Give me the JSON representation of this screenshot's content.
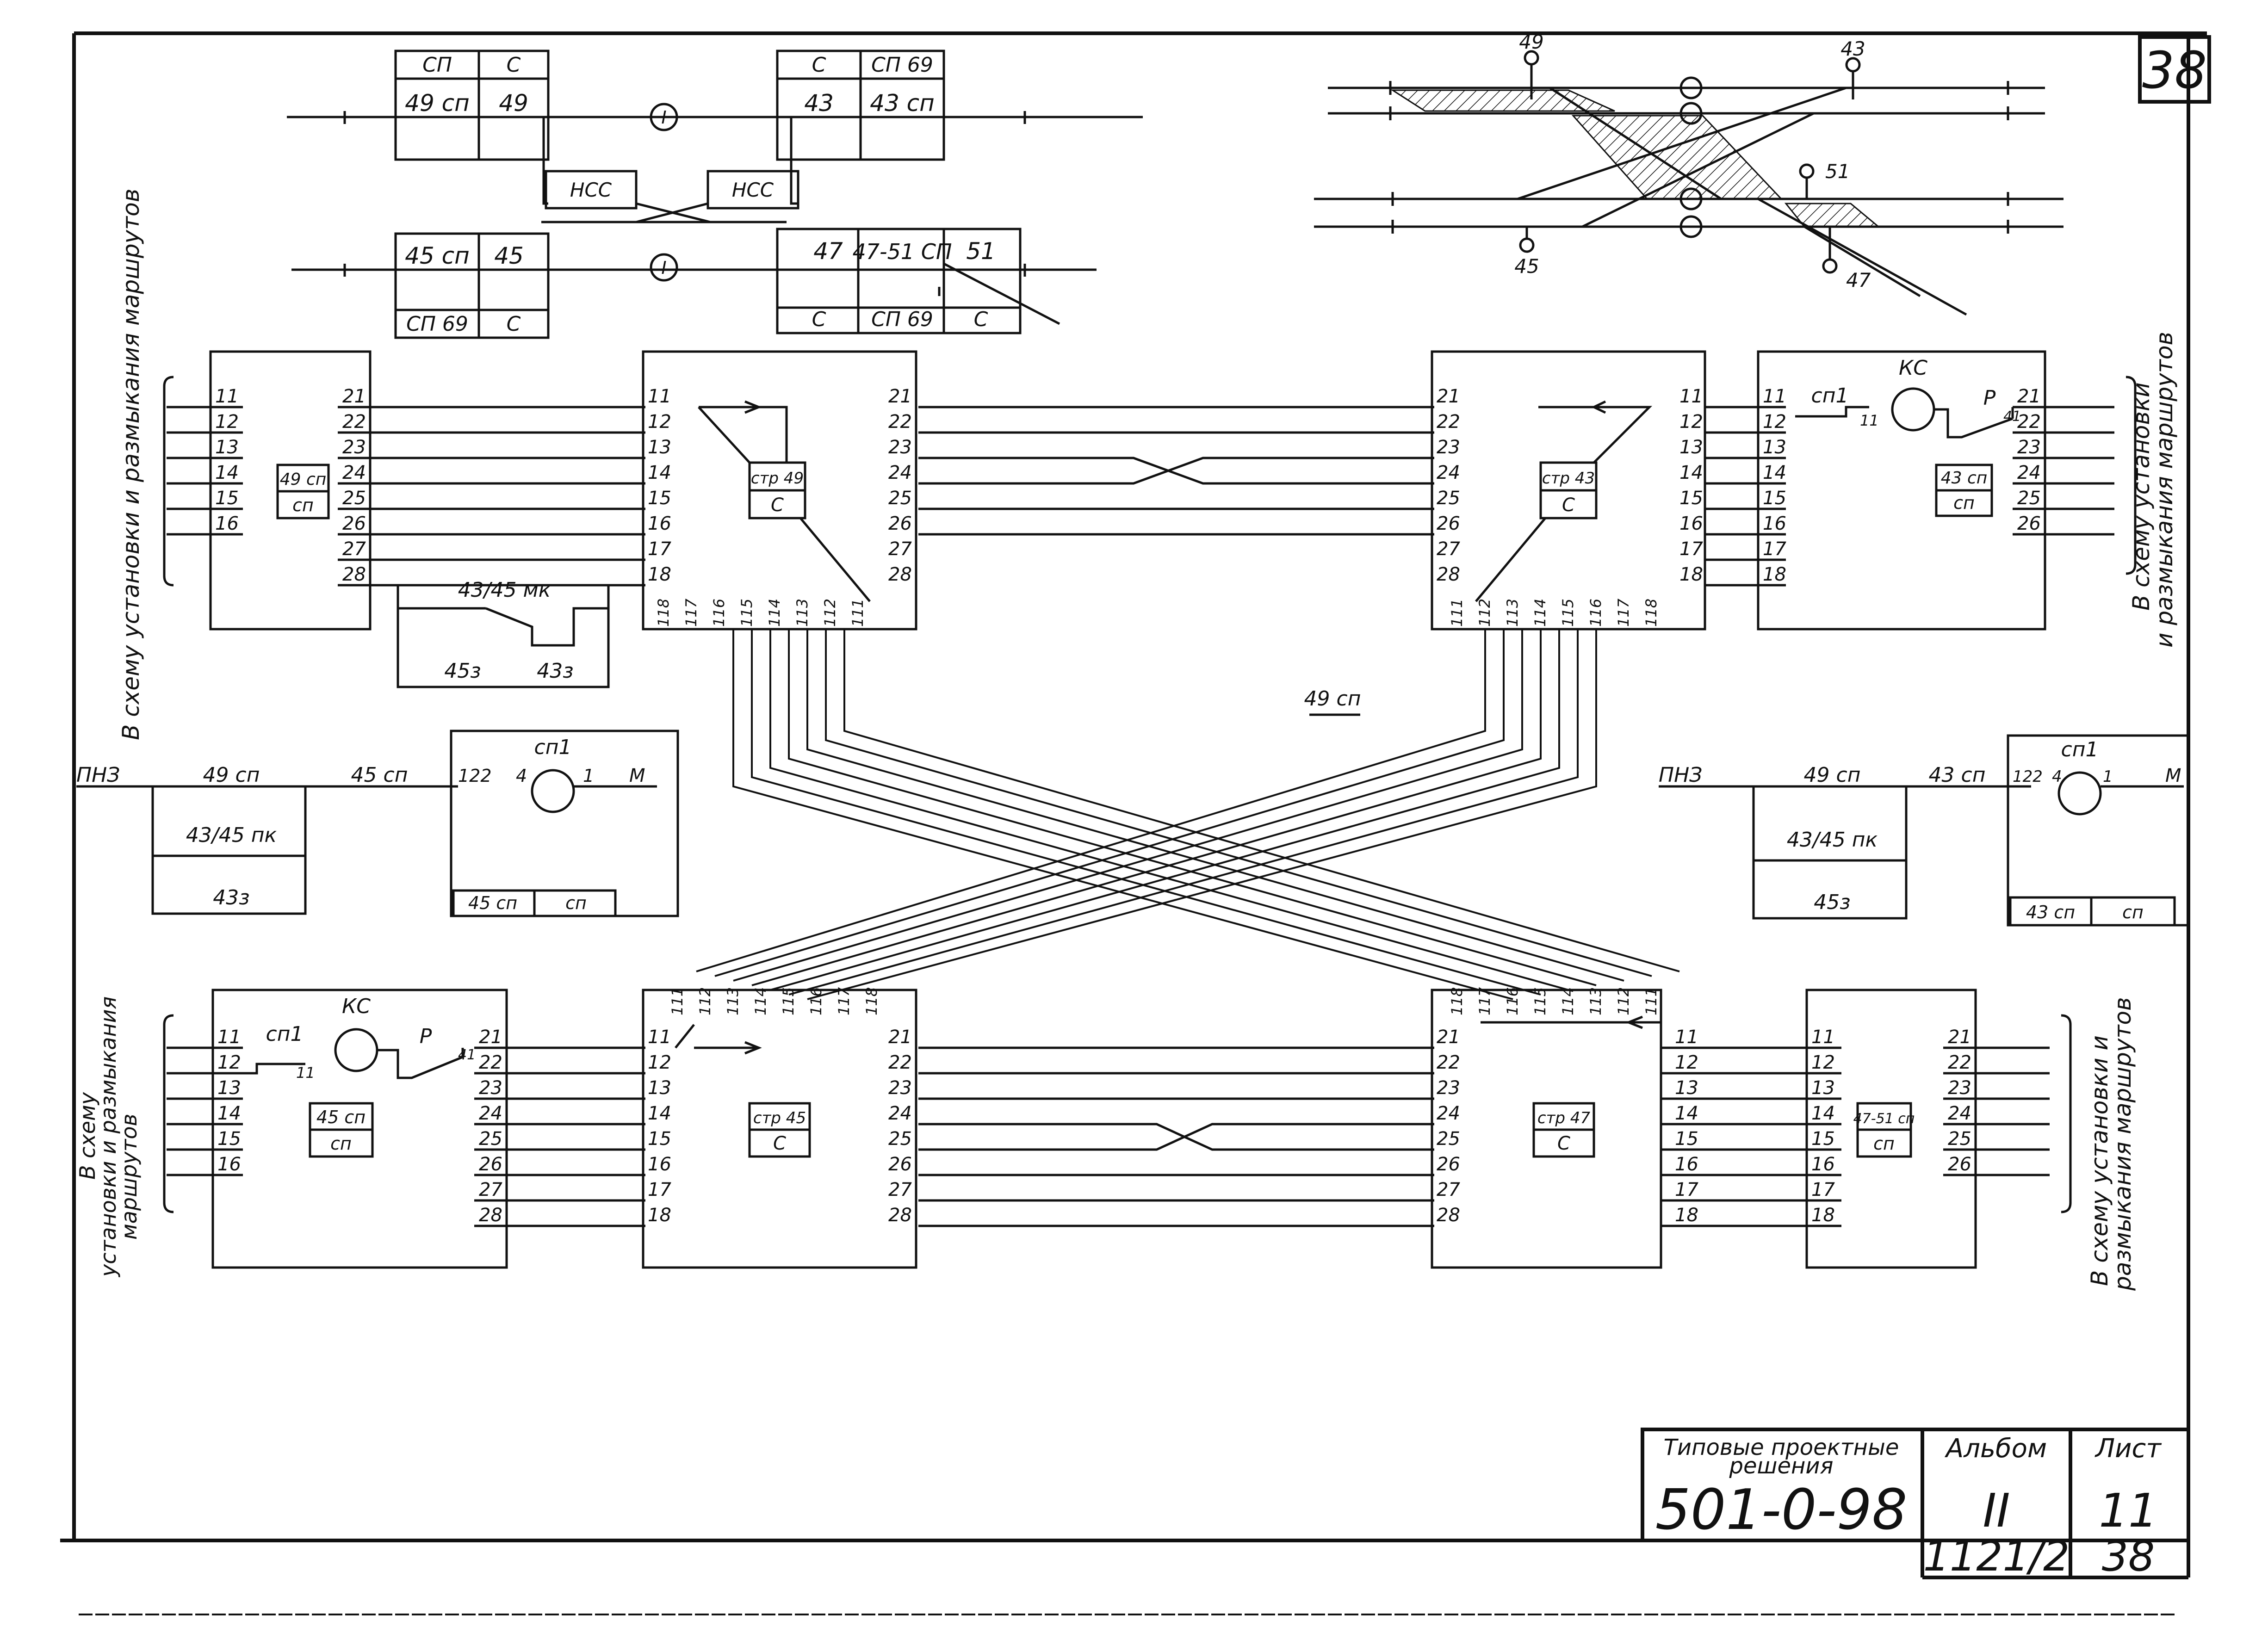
{
  "sheet_number": "38",
  "title_block": {
    "label_typical": "Типовые проектные решения",
    "code": "501-0-98",
    "album_label": "Альбом",
    "album_value": "II",
    "sheet_label": "Лист",
    "sheet_value": "11",
    "doc_number": "1121/2",
    "page_number": "38"
  },
  "side_labels": {
    "top_left": "В схему установки и размыкания маршрутов",
    "top_right_1": "В схему установки",
    "top_right_2": "и размыкания маршрутов",
    "bottom_left_1": "В схему",
    "bottom_left_2": "установки и размыкания",
    "bottom_left_3": "маршрутов",
    "bottom_right_1": "В схему установки и",
    "bottom_right_2": "размыкания маршрутов"
  },
  "top_left_schema": {
    "row1_cells": [
      "СП",
      "С",
      "С",
      "СП 69"
    ],
    "row1_names": [
      "49 сп",
      "49",
      "43",
      "43 сп"
    ],
    "nss": [
      "НСС",
      "НСС"
    ],
    "row2_names": [
      "45 сп",
      "45",
      "47",
      "47-51 СП",
      "51"
    ],
    "row2_cells": [
      "СП 69",
      "С",
      "С",
      "СП 69",
      "С"
    ]
  },
  "track_plan": {
    "signals": [
      "49",
      "43",
      "51",
      "45",
      "47"
    ]
  },
  "blocks": {
    "b49sp": {
      "name": "49 сп",
      "type": "сп"
    },
    "str49": {
      "name": "стр 49",
      "type": "С"
    },
    "str43": {
      "name": "стр 43",
      "type": "С"
    },
    "b43sp": {
      "name": "43 сп",
      "type": "сп"
    },
    "b45sp": {
      "name": "45 сп",
      "type": "сп"
    },
    "str45": {
      "name": "стр 45",
      "type": "С"
    },
    "str47": {
      "name": "стр 47",
      "type": "С"
    },
    "b4751sp": {
      "name": "47-51 сп",
      "type": "сп"
    },
    "relay_left": {
      "name": "45 сп",
      "type": "сп"
    },
    "relay_right": {
      "name": "43 сп",
      "type": "сп"
    }
  },
  "contacts": {
    "mk": "43/45 мк",
    "z45": "45з",
    "z43": "43з",
    "pnz": "ПНЗ",
    "c49sp": "49 сп",
    "c45sp": "45 сп",
    "c43sp": "43 сп",
    "pk": "43/45 пк",
    "c43z": "43з",
    "c45z": "45з",
    "cross_49sp": "49 сп",
    "sp1": "сп1",
    "ks": "КС",
    "p": "Р",
    "m": "М",
    "t122": "122",
    "t4": "4",
    "t1": "1",
    "t11": "11",
    "t41": "41"
  },
  "terminals": {
    "left_in": [
      "11",
      "12",
      "13",
      "14",
      "15",
      "16"
    ],
    "left_out": [
      "21",
      "22",
      "23",
      "24",
      "25",
      "26",
      "27",
      "28"
    ],
    "str_in": [
      "11",
      "12",
      "13",
      "14",
      "15",
      "16",
      "17",
      "18"
    ],
    "str_out": [
      "21",
      "22",
      "23",
      "24",
      "25",
      "26",
      "27",
      "28"
    ],
    "str_bottom": [
      "111",
      "112",
      "113",
      "114",
      "115",
      "116",
      "117",
      "118"
    ],
    "str_bottom_rev": [
      "118",
      "117",
      "116",
      "115",
      "114",
      "113",
      "112",
      "111"
    ]
  }
}
